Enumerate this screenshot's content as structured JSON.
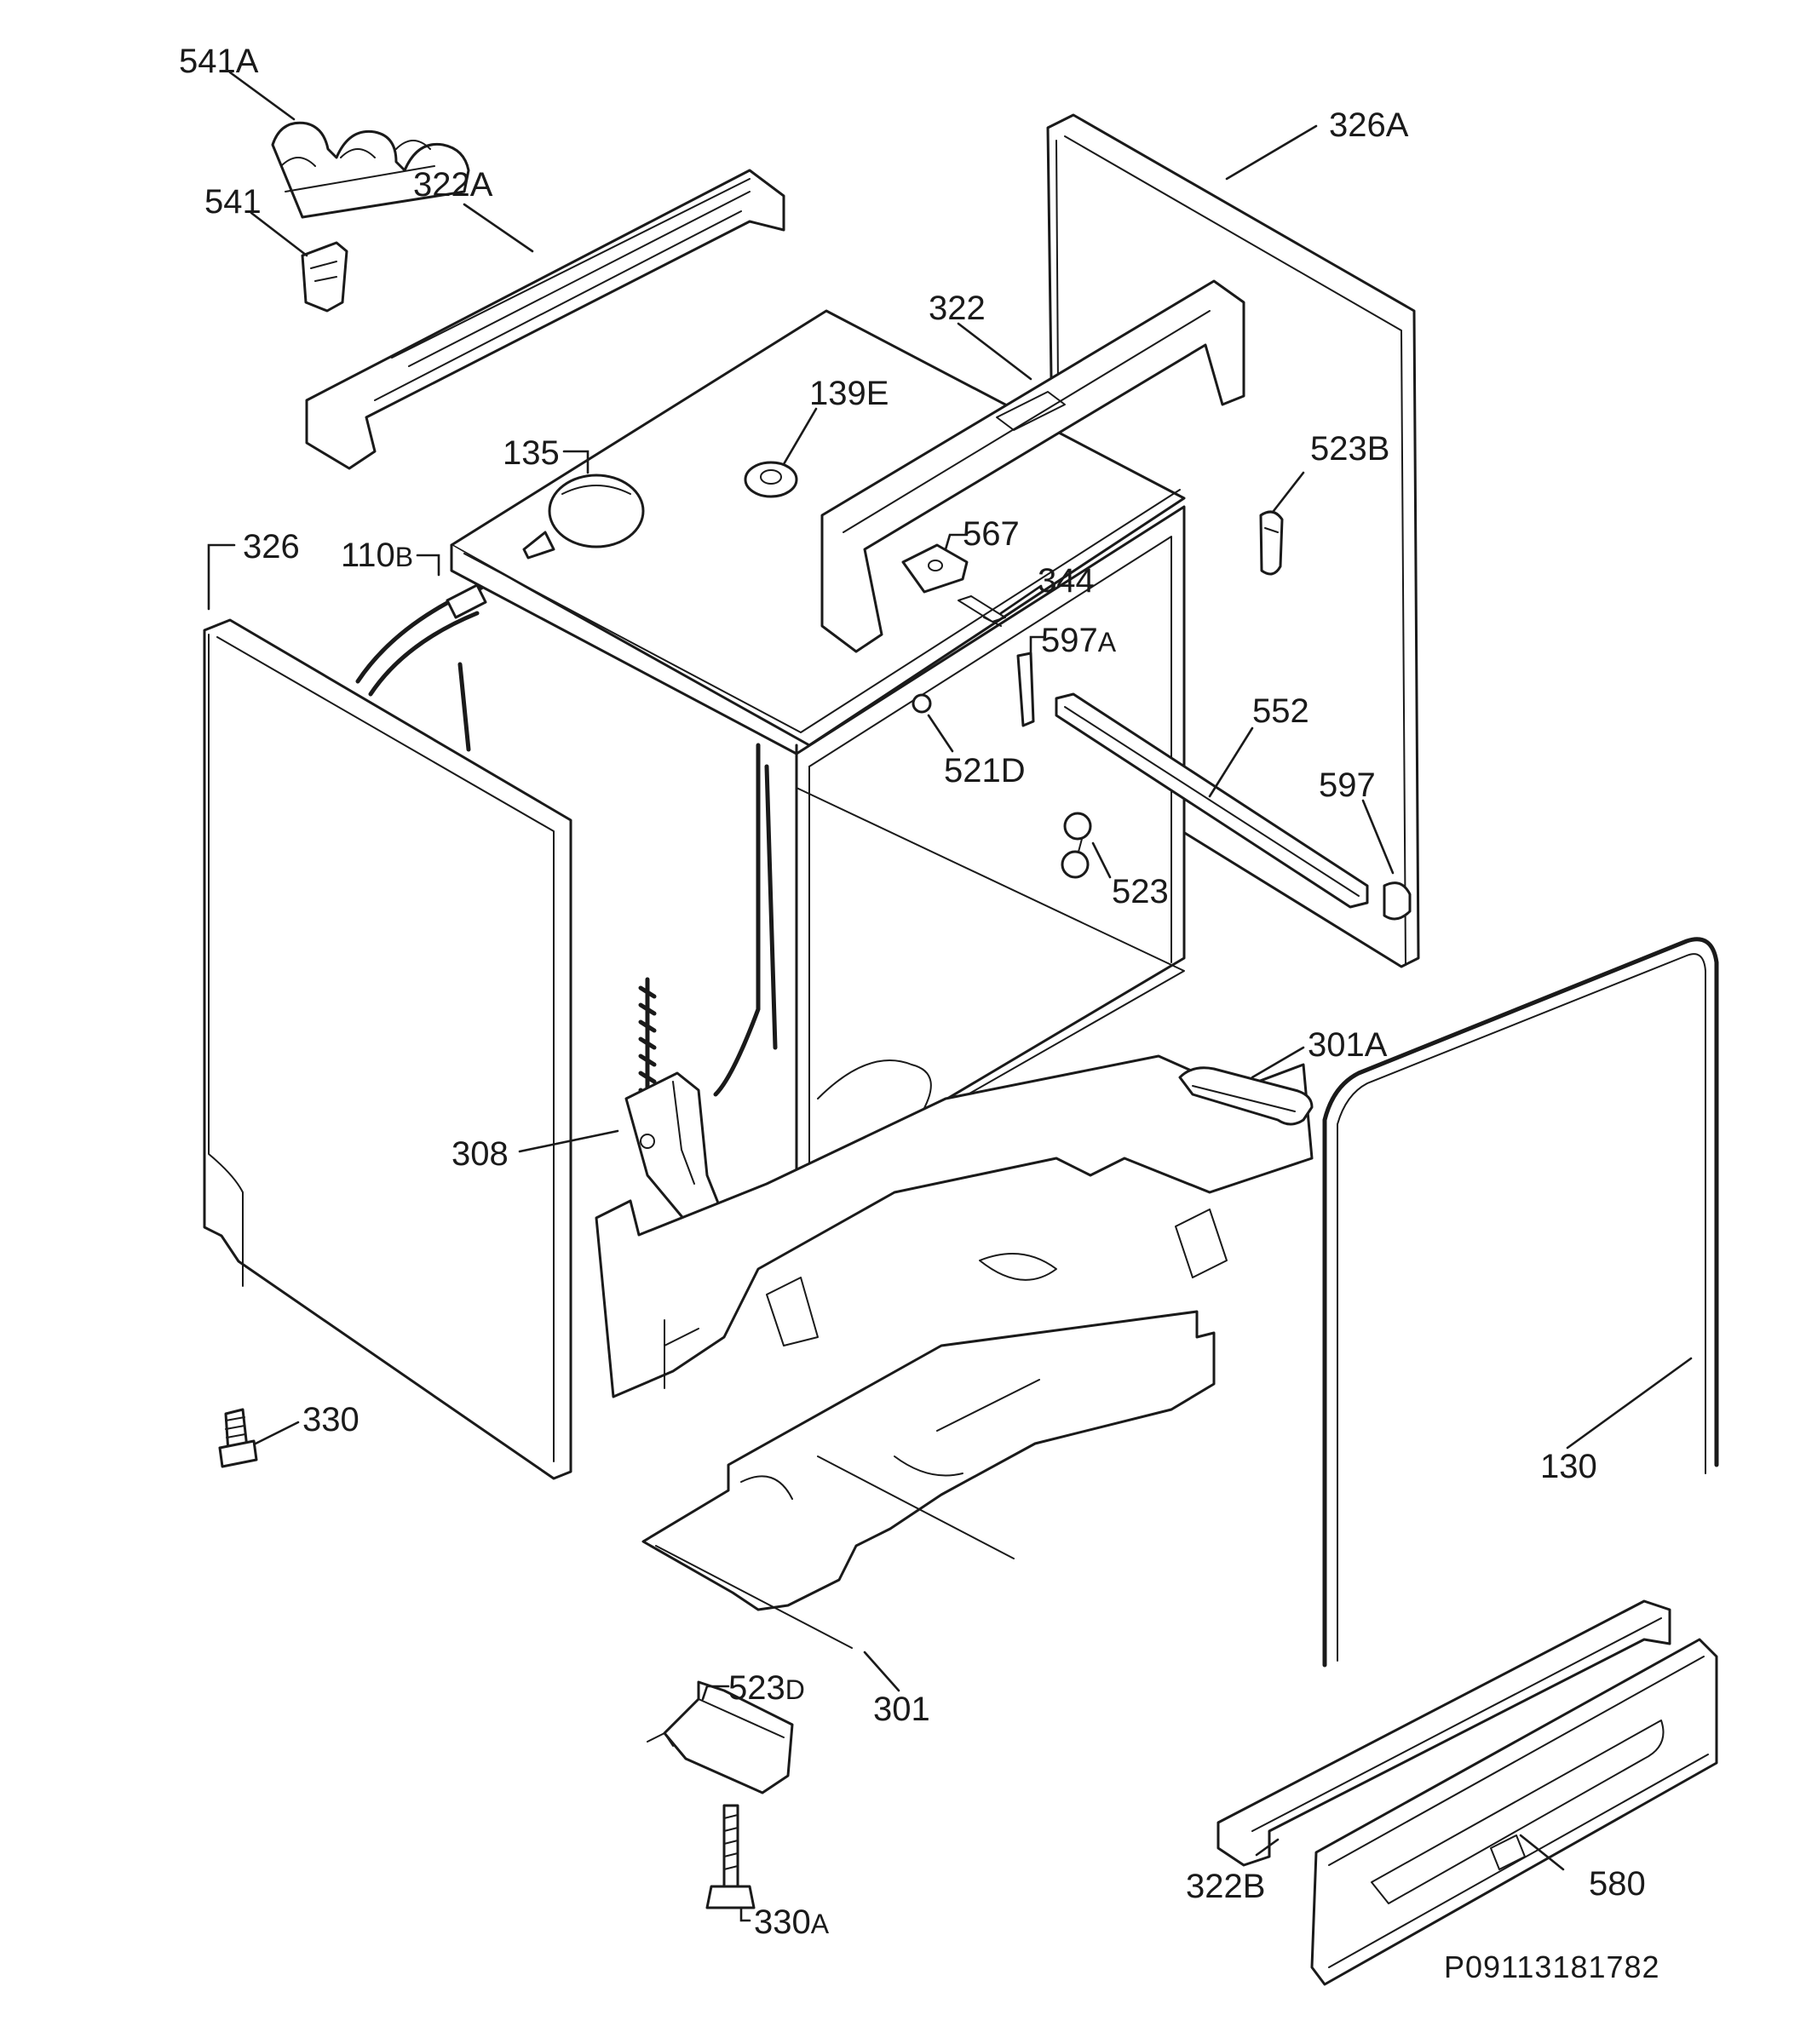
{
  "diagram": {
    "labels": {
      "p541A": "541A",
      "p541": "541",
      "p322A": "322A",
      "p326A": "326A",
      "p322": "322",
      "p139E": "139E",
      "p135": "135",
      "p523B": "523B",
      "p326": "326",
      "p110B_num": "110",
      "p110B_suffix": "B",
      "p567": "567",
      "p344": "344",
      "p597A_num": "597",
      "p597A_suffix": "A",
      "p552": "552",
      "p521D": "521D",
      "p597": "597",
      "p523": "523",
      "p301A": "301A",
      "p308": "308",
      "p330": "330",
      "p130": "130",
      "p523D_num": "523",
      "p523D_suffix": "D",
      "p301": "301",
      "p330A_num": "330",
      "p330A_suffix": "A",
      "p322B": "322B",
      "p580": "580"
    },
    "drawing_code": "P09113181782"
  }
}
